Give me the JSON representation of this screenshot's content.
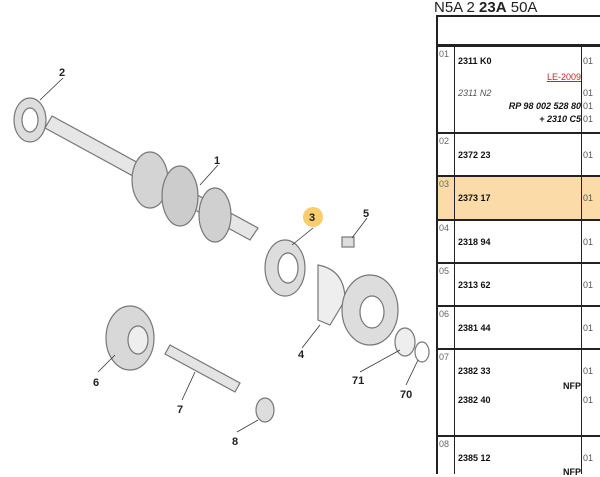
{
  "header": {
    "title_parts": [
      "N5A 2 ",
      "23A",
      " 50A"
    ]
  },
  "diagram": {
    "callouts": [
      "2",
      "1",
      "3",
      "5",
      "4",
      "71",
      "70",
      "6",
      "7",
      "8"
    ],
    "highlight_callout": "3",
    "highlight_color": "#f5c04a"
  },
  "table": {
    "selected_color": "#fbdca8",
    "rows": [
      {
        "num": "01",
        "lines": [
          {
            "ref": "2311 K0",
            "qty": "01"
          },
          {
            "note": "LE-2009",
            "style": "red"
          },
          {
            "ref": "2311 N2",
            "style": "italic",
            "qty": "01"
          },
          {
            "note": "RP 98 002 528 80",
            "style": "itb",
            "qty": "01"
          },
          {
            "note": "+ 2310 C5",
            "style": "itb",
            "qty": "01"
          }
        ]
      },
      {
        "num": "02",
        "ref": "2372 23",
        "qty": "01"
      },
      {
        "num": "03",
        "ref": "2373 17",
        "qty": "01",
        "selected": true
      },
      {
        "num": "04",
        "ref": "2318 94",
        "qty": "01"
      },
      {
        "num": "05",
        "ref": "2313 62",
        "qty": "01"
      },
      {
        "num": "06",
        "ref": "2381 44",
        "qty": "01"
      },
      {
        "num": "07",
        "ref": "2382 33",
        "qty": "01",
        "nfp": "NFP",
        "ref2": "2382 40",
        "qty2": "01"
      },
      {
        "num": "08",
        "ref": "2385 12",
        "qty": "01",
        "nfp": "NFP"
      }
    ]
  }
}
